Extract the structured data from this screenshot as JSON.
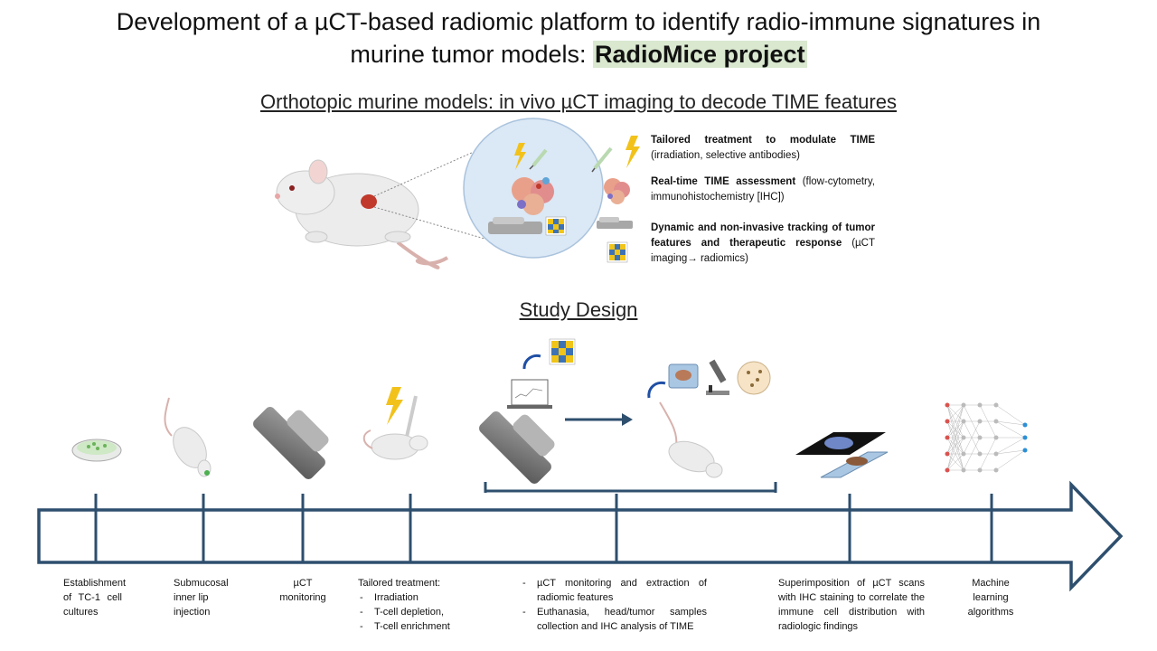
{
  "title": {
    "line1": "Development of a µCT-based radiomic platform to identify radio-immune signatures in",
    "line2_prefix": "murine tumor models: ",
    "line2_highlight": "RadioMice project"
  },
  "top_section": {
    "heading": "Orthotopic murine models: in vivo µCT imaging to decode TIME features",
    "features": [
      {
        "bold": "Tailored treatment to modulate TIME",
        "rest": " (irradiation, selective antibodies)"
      },
      {
        "bold": "Real-time TIME assessment",
        "rest": " (flow-cytometry, immunohistochemistry [IHC])"
      },
      {
        "bold": "Dynamic and non-invasive tracking of tumor features and therapeutic response",
        "rest": " (µCT imaging",
        "arrow": "→",
        "rest2": " radiomics)"
      }
    ]
  },
  "study_design": {
    "heading": "Study Design",
    "steps": [
      {
        "label": "Establishment of TC-1 cell cultures"
      },
      {
        "label": "Submucosal inner lip injection"
      },
      {
        "label": "µCT monitoring"
      },
      {
        "label": "Tailored treatment:",
        "items": [
          "Irradiation",
          "T-cell depletion,",
          "T-cell enrichment"
        ]
      },
      {
        "items": [
          "µCT monitoring and extraction of radiomic features",
          "Euthanasia, head/tumor samples collection and IHC analysis of TIME"
        ]
      },
      {
        "label": "Superimposition of µCT scans with IHC staining to correlate the immune cell distribution with radiologic findings"
      },
      {
        "label": "Machine learning algorithms"
      }
    ]
  },
  "colors": {
    "timeline": "#2e4f6e",
    "lightning": "#f2c21b",
    "tumor": "#c0392b",
    "mouse": "#ececec",
    "circle": "#dbe8f5"
  },
  "icons": [
    "mouse-icon",
    "lightning-icon",
    "syringe-icon",
    "tumor-cells-icon",
    "ct-scanner-icon",
    "heatmap-icon",
    "petri-dish-icon",
    "laptop-icon",
    "microscope-icon",
    "slide-icon",
    "neural-network-icon"
  ]
}
